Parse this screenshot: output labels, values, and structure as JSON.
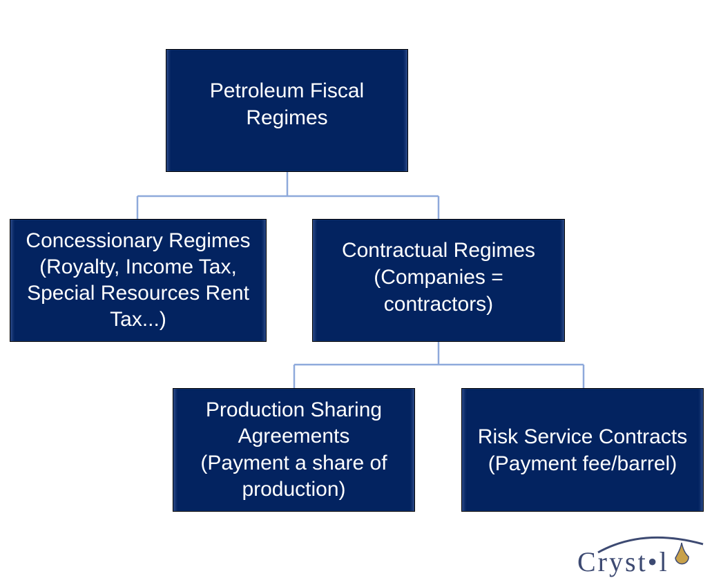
{
  "diagram": {
    "root": {
      "label": "Petroleum Fiscal\nRegimes"
    },
    "concessionary": {
      "label": "Concessionary Regimes\n(Royalty, Income Tax,\nSpecial Resources Rent\nTax...)"
    },
    "contractual": {
      "label": "Contractual Regimes\n(Companies =\ncontractors)"
    },
    "psa": {
      "label": "Production Sharing\nAgreements\n(Payment a share of\nproduction)"
    },
    "rsc": {
      "label": "Risk Service Contracts\n(Payment fee/barrel)"
    }
  },
  "colors": {
    "box_fill": "#032360",
    "connector": "#8ea9db",
    "logo": "#3d4a72"
  },
  "logo": {
    "text": "Cryst•l"
  }
}
